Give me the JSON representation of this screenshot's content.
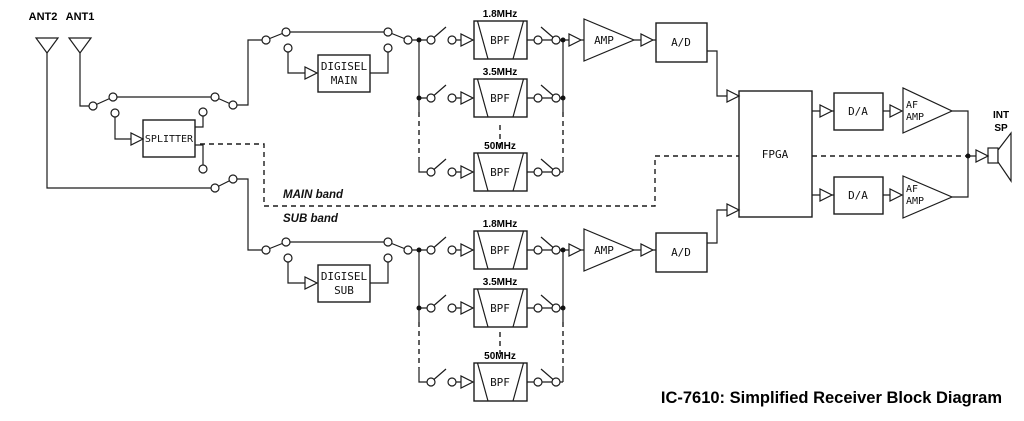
{
  "diagram_title": "IC-7610: Simplified Receiver Block Diagram",
  "antennas": {
    "ant2": "ANT2",
    "ant1": "ANT1"
  },
  "band_labels": {
    "main": "MAIN band",
    "sub": "SUB band",
    "color": "#cc0000"
  },
  "blocks": {
    "splitter": "SPLITTER",
    "digisel_main": {
      "line1": "DIGISEL",
      "line2": "MAIN"
    },
    "digisel_sub": {
      "line1": "DIGISEL",
      "line2": "SUB"
    },
    "bpf": "BPF",
    "amp": "AMP",
    "adc": "A/D",
    "fpga": "FPGA",
    "dac": "D/A",
    "af_amp": {
      "line1": "AF",
      "line2": "AMP"
    },
    "int_sp": {
      "line1": "INT",
      "line2": "SP"
    }
  },
  "filter_bands": {
    "main": [
      "1.8MHz",
      "3.5MHz",
      "50MHz"
    ],
    "sub": [
      "1.8MHz",
      "3.5MHz",
      "50MHz"
    ]
  }
}
